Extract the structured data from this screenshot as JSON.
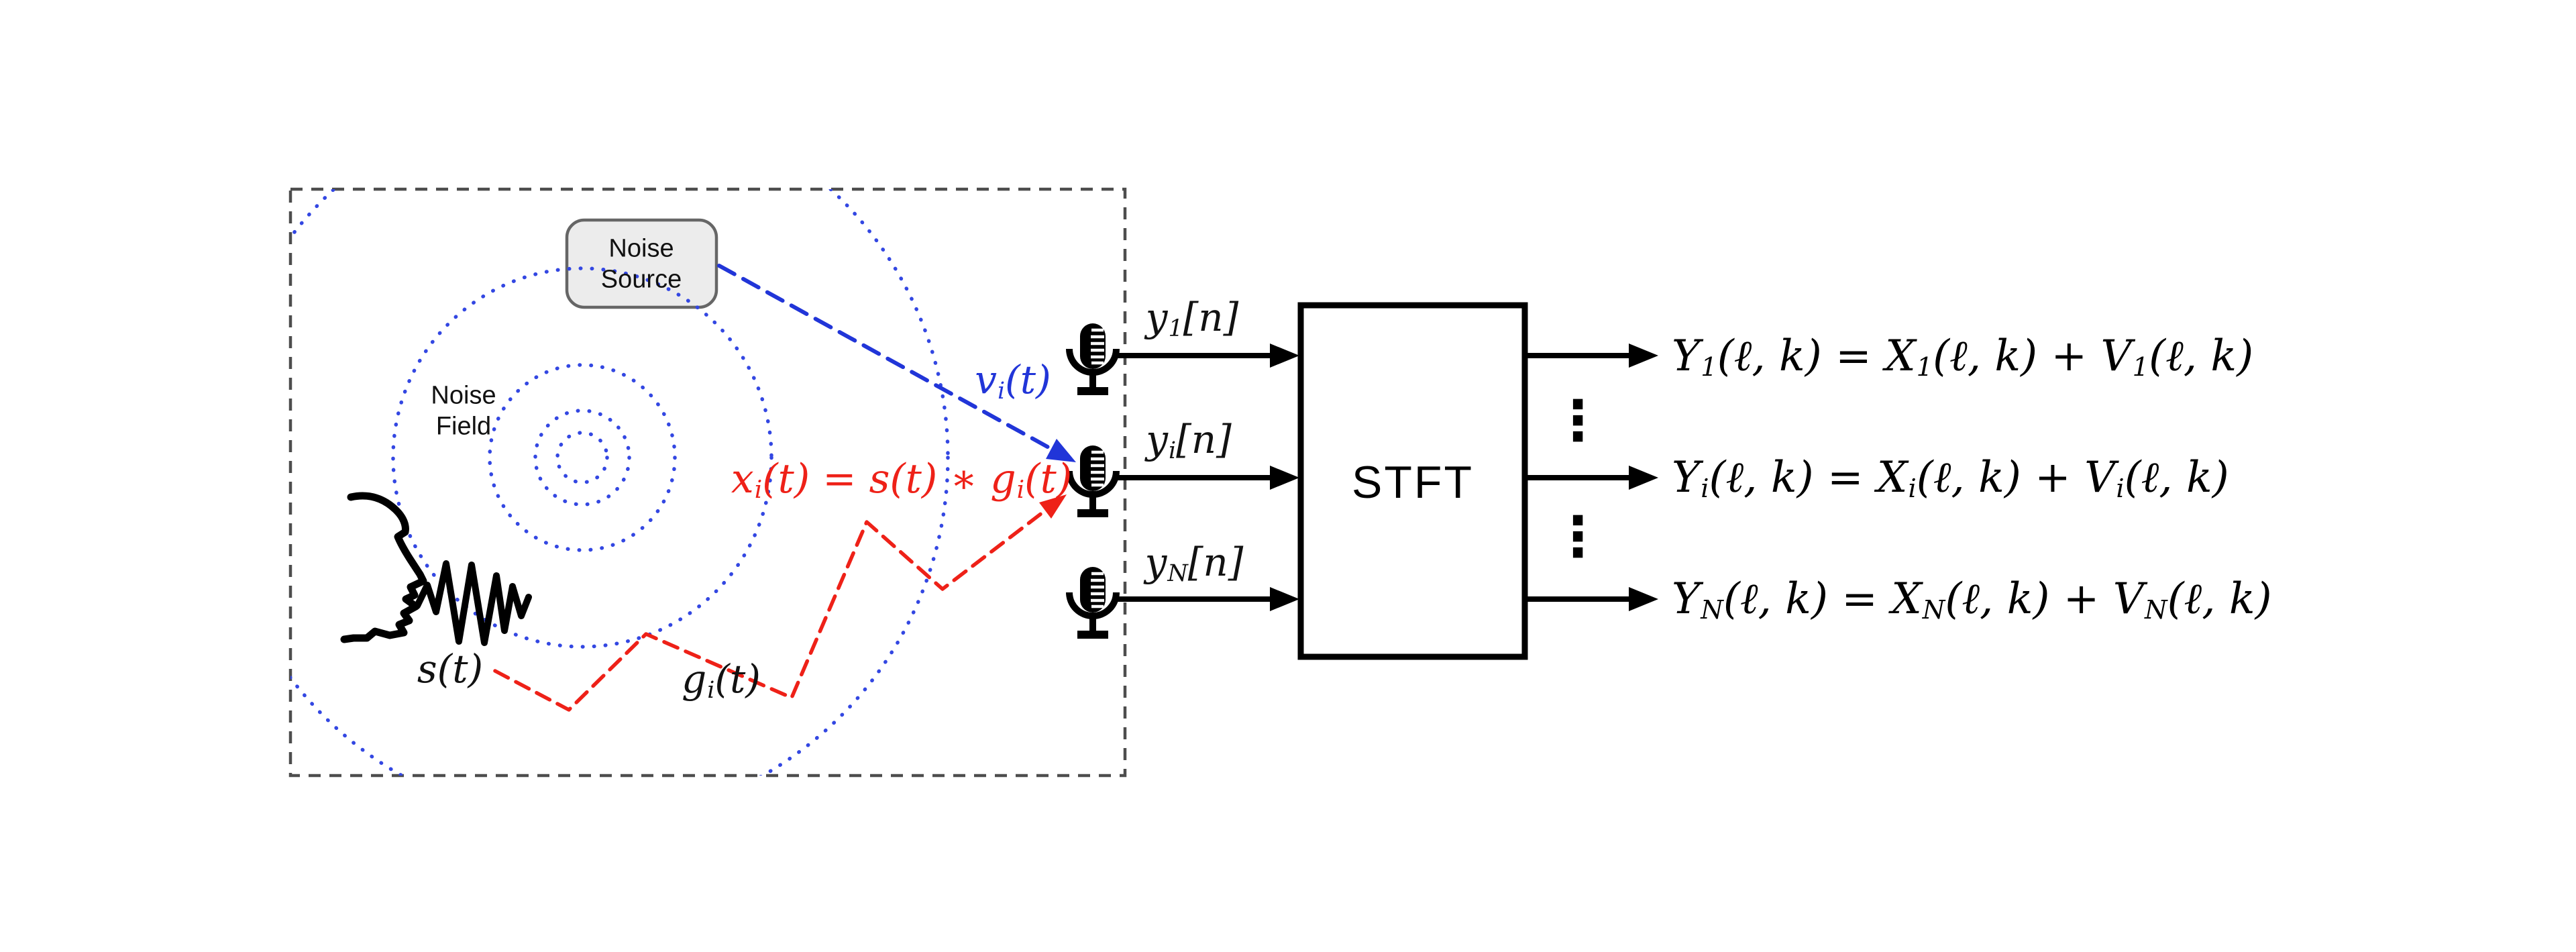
{
  "colors": {
    "accent_red": "#ee2118",
    "accent_blue": "#2135d8",
    "wavefront_blue": "#3347e2",
    "boundary_gray": "#4d4d4d",
    "ink": "#111111",
    "noise_source_fill": "#ececec",
    "noise_source_border": "#666666"
  },
  "room": {
    "noise_source": {
      "lines": [
        "Noise",
        "Source"
      ]
    },
    "noise_field": {
      "lines": [
        "Noise",
        "Field"
      ]
    },
    "speech_signal_label": {
      "parts": [
        {
          "t": "s(t)"
        }
      ]
    },
    "impulse_response_label": {
      "parts": [
        {
          "t": "g"
        },
        {
          "t": "i",
          "sub": true
        },
        {
          "t": "(t)"
        }
      ]
    },
    "noise_path_label": {
      "parts": [
        {
          "t": "v"
        },
        {
          "t": "i",
          "sub": true
        },
        {
          "t": "(t)"
        }
      ]
    },
    "convolution_label": {
      "parts": [
        {
          "t": "x"
        },
        {
          "t": "i",
          "sub": true
        },
        {
          "t": "(t) = s(t) ∗ g"
        },
        {
          "t": "i",
          "sub": true
        },
        {
          "t": "(t)"
        }
      ]
    }
  },
  "microphones": [
    {
      "label": {
        "parts": [
          {
            "t": "y"
          },
          {
            "t": "1",
            "sub": true
          },
          {
            "t": "[n]"
          }
        ]
      }
    },
    {
      "label": {
        "parts": [
          {
            "t": "y"
          },
          {
            "t": "i",
            "sub": true
          },
          {
            "t": "[n]"
          }
        ]
      }
    },
    {
      "label": {
        "parts": [
          {
            "t": "y"
          },
          {
            "t": "N",
            "sub": true
          },
          {
            "t": "[n]"
          }
        ]
      }
    }
  ],
  "stft": {
    "label": "STFT"
  },
  "outputs": {
    "equations": [
      {
        "parts": [
          {
            "t": "Y"
          },
          {
            "t": "1",
            "sub": true
          },
          {
            "t": "(ℓ, k) = X"
          },
          {
            "t": "1",
            "sub": true
          },
          {
            "t": "(ℓ, k) + V"
          },
          {
            "t": "1",
            "sub": true
          },
          {
            "t": "(ℓ, k)"
          }
        ]
      },
      {
        "parts": [
          {
            "t": "Y"
          },
          {
            "t": "i",
            "sub": true
          },
          {
            "t": "(ℓ, k) = X"
          },
          {
            "t": "i",
            "sub": true
          },
          {
            "t": "(ℓ, k) + V"
          },
          {
            "t": "i",
            "sub": true
          },
          {
            "t": "(ℓ, k)"
          }
        ]
      },
      {
        "parts": [
          {
            "t": "Y"
          },
          {
            "t": "N",
            "sub": true
          },
          {
            "t": "(ℓ, k) = X"
          },
          {
            "t": "N",
            "sub": true
          },
          {
            "t": "(ℓ, k) + V"
          },
          {
            "t": "N",
            "sub": true
          },
          {
            "t": "(ℓ, k)"
          }
        ]
      }
    ],
    "vertical_ellipsis": "⋮"
  }
}
